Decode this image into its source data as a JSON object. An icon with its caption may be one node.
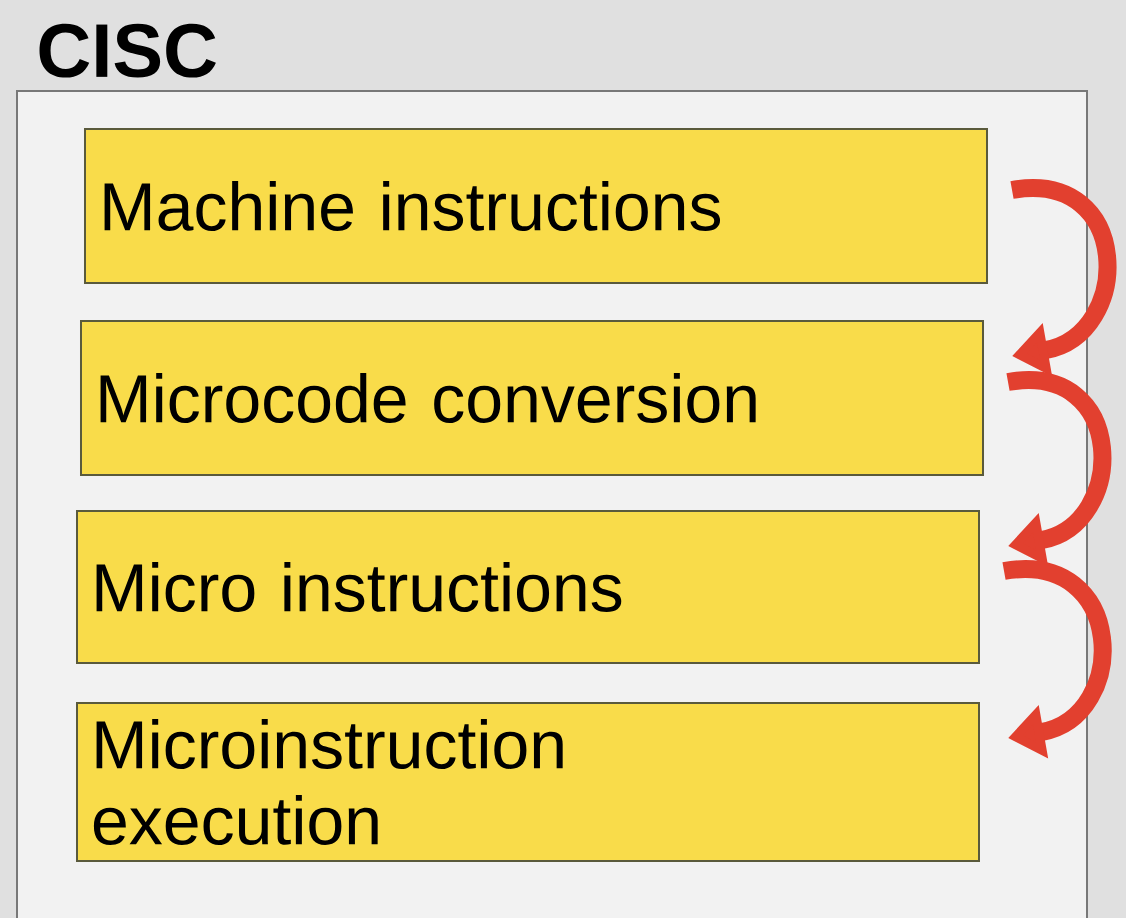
{
  "diagram": {
    "nodes": [
      {
        "text": [
          "CISC"
        ]
      },
      {
        "text": [
          "Machine instructions"
        ],
        "in": 0
      },
      {
        "text": [
          "Microcode conversion"
        ],
        "in": 0
      },
      {
        "text": [
          "Micro instructions"
        ],
        "in": 0
      },
      {
        "text": [
          "Microinstruction execution"
        ],
        "in": 0
      }
    ],
    "edges": [
      {
        "from": 1,
        "to": 2,
        "arrow": "to"
      },
      {
        "from": 2,
        "to": 3,
        "arrow": "to"
      },
      {
        "from": 3,
        "to": 4,
        "arrow": "to"
      }
    ]
  }
}
